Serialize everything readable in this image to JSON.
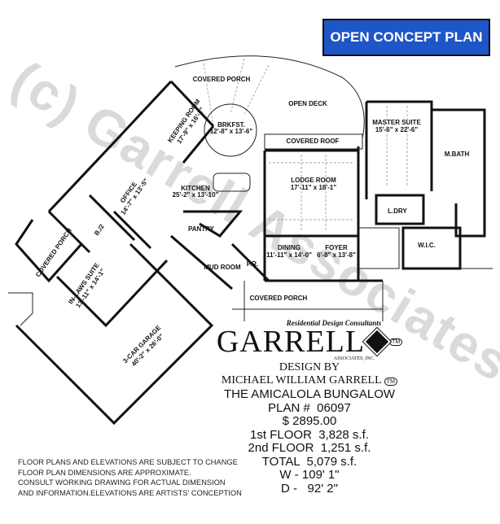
{
  "badge": {
    "label": "OPEN CONCEPT PLAN",
    "color": "#1e56c8"
  },
  "watermark": "(c) Garrell Associates",
  "rooms": {
    "covered_porch_top": "COVERED PORCH",
    "open_deck": "OPEN DECK",
    "keeping_room": {
      "name": "KEEPING ROOM",
      "size": "17'-9\" x 16'-2\""
    },
    "brkfst": {
      "name": "BRKFST.",
      "size": "12'-8\" x 13'-6\""
    },
    "covered_roof": "COVERED ROOF",
    "master_suite": {
      "name": "MASTER SUITE",
      "size": "15'-6\" x 22'-6\""
    },
    "m_bath": "M.BATH",
    "lodge_room": {
      "name": "LODGE ROOM",
      "size": "17'-11\" x 18'-1\""
    },
    "kitchen": {
      "name": "KITCHEN",
      "size": "25'-2\" x 13'-10\""
    },
    "office": {
      "name": "OFFICE",
      "size": "14'-7\" x 13'-5\""
    },
    "pantry": "PANTRY",
    "l_dry": "L.DRY",
    "b2": "B./2",
    "covered_porch_left": "COVERED PORCH",
    "wic": "W.I.C.",
    "dining": {
      "name": "DINING",
      "size": "11'-11\" x 14'-0\""
    },
    "foyer": {
      "name": "FOYER",
      "size": "6'-8\" x 13'-8\""
    },
    "pr": "P.R.",
    "mud_room": "MUD ROOM",
    "in_laws_suite": {
      "name": "IN-LAWS SUITE",
      "size": "13'-11\" x 14'-1\""
    },
    "covered_porch_bottom": "COVERED PORCH",
    "garage": {
      "name": "3-CAR GARAGE",
      "size": "40'-2\" x 26'-0\""
    }
  },
  "logo": {
    "tagline": "Residential Design Consultants",
    "name": "GARRELL",
    "tm": "TM",
    "sub": "ASSOCIATES, INC."
  },
  "info": {
    "design_by": "DESIGN BY",
    "designer": "MICHAEL WILLIAM GARRELL",
    "designer_tm": "TM",
    "plan_name": "THE AMICALOLA BUNGALOW",
    "plan_number": "PLAN #  06097",
    "price": "$ 2895.00",
    "first_floor": "1st FLOOR  3,828 s.f.",
    "second_floor": "2nd FLOOR  1,251 s.f.",
    "total": "TOTAL  5,079 s.f.",
    "width": "W - 109' 1\"",
    "depth": "D -   92' 2\""
  },
  "disclaimer": [
    "FLOOR PLANS AND ELEVATIONS ARE SUBJECT TO CHANGE",
    "FLOOR PLAN DIMENSIONS ARE APPROXIMATE.",
    "CONSULT WORKING DRAWING FOR ACTUAL DIMENSION",
    "AND INFORMATION.ELEVATIONS ARE ARTISTS' CONCEPTION"
  ]
}
